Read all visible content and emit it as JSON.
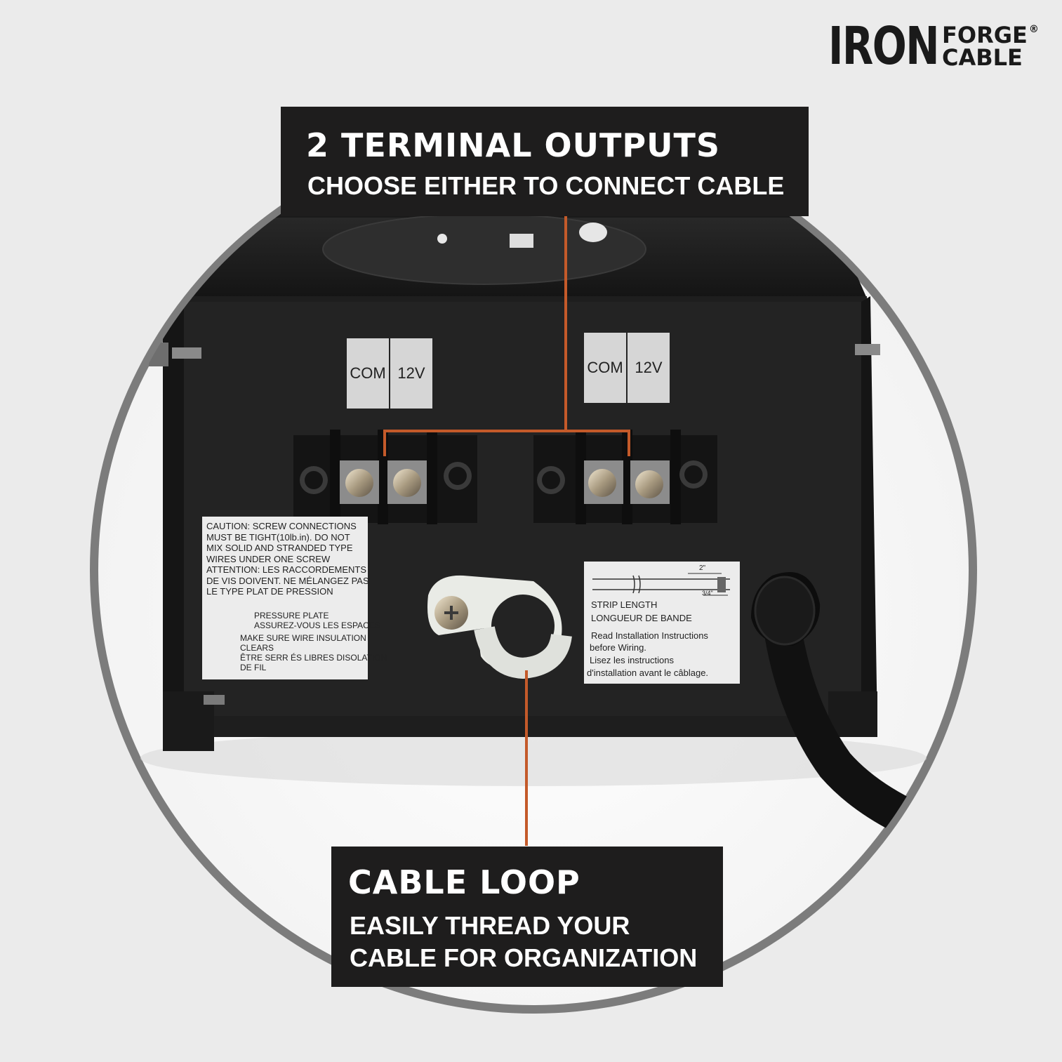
{
  "brand": {
    "word1": "IRON",
    "word2": "FORGE",
    "word3": "CABLE",
    "reg": "®"
  },
  "callout_top": {
    "title": "2 TERMINAL OUTPUTS",
    "subtitle": "CHOOSE EITHER TO CONNECT CABLE"
  },
  "callout_bottom": {
    "title": "CABLE LOOP",
    "line1": "EASILY THREAD YOUR",
    "line2": "CABLE FOR ORGANIZATION"
  },
  "terminals": {
    "left": {
      "com": "COM",
      "v": "12V"
    },
    "right": {
      "com": "COM",
      "v": "12V"
    }
  },
  "caution_label": [
    "CAUTION: SCREW CONNECTIONS",
    "MUST BE TIGHT(10lb.in). DO NOT",
    "MIX SOLID AND STRANDED TYPE",
    "WIRES UNDER ONE SCREW",
    "ATTENTION: LES RACCORDEMENTS",
    "DE VIS DOIVENT. NE MÉLANGEZ PAS",
    "LE TYPE PLAT DE PRESSION"
  ],
  "caution_icons": {
    "pressure_plate": "PRESSURE PLATE",
    "assurez": "ASSUREZ-VOUS LES ESPACES",
    "make_sure_1": "MAKE SURE WIRE INSULATION",
    "make_sure_2": "CLEARS",
    "etre_1": "ÊTRE SERR ÉS LIBRES DISOLATION",
    "etre_2": "DE FIL"
  },
  "strip_label": {
    "dim_2": "2\"",
    "dim_34": "3/4\"",
    "strip1": "STRIP LENGTH",
    "strip2": "LONGUEUR DE BANDE",
    "lines": [
      "Read Installation Instructions",
      "before Wiring.",
      "Lisez les instructions",
      "d'installation avant le câblage."
    ]
  },
  "colors": {
    "background": "#ebebeb",
    "ring": "#7c7c7c",
    "callout_bg": "#1e1d1d",
    "accent_line": "#c45a2a",
    "housing": "#1c1c1c"
  }
}
